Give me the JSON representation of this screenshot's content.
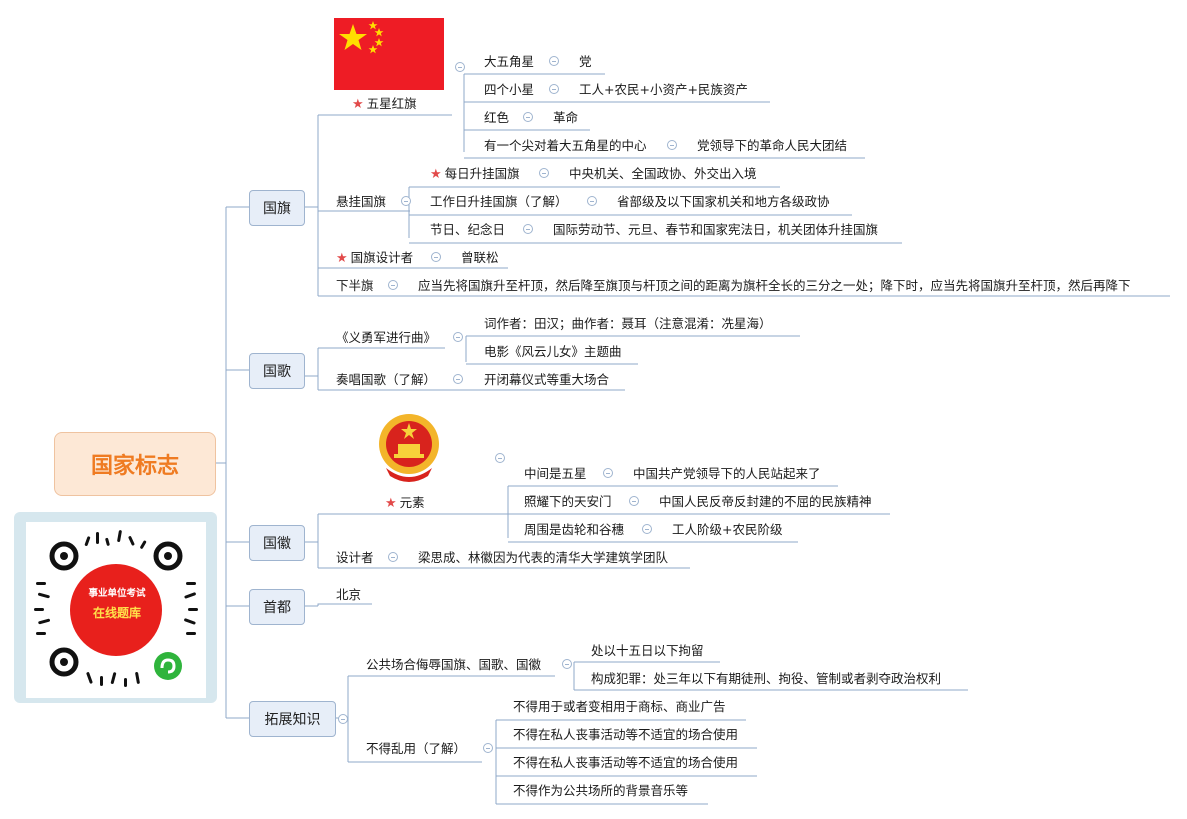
{
  "root": {
    "label": "国家标志"
  },
  "branches": {
    "flag": "国旗",
    "anthem": "国歌",
    "emblem": "国徽",
    "capital": "首都",
    "extend": "拓展知识"
  },
  "flag": {
    "five_star": "五星红旗",
    "big_star": "大五角星",
    "big_star_v": "党",
    "small_stars": "四个小星",
    "small_stars_v": "工人+农民+小资产+民族资产",
    "red": "红色",
    "red_v": "革命",
    "point": "有一个尖对着大五角星的中心",
    "point_v": "党领导下的革命人民大团结",
    "hang": "悬挂国旗",
    "daily": "每日升挂国旗",
    "daily_v": "中央机关、全国政协、外交出入境",
    "workday": "工作日升挂国旗（了解）",
    "workday_v": "省部级及以下国家机关和地方各级政协",
    "holiday": "节日、纪念日",
    "holiday_v": "国际劳动节、元旦、春节和国家宪法日，机关团体升挂国旗",
    "designer": "国旗设计者",
    "designer_v": "曾联松",
    "half": "下半旗",
    "half_v": "应当先将国旗升至杆顶，然后降至旗顶与杆顶之间的距离为旗杆全长的三分之一处；降下时，应当先将国旗升至杆顶，然后再降下"
  },
  "anthem": {
    "song": "《义勇军进行曲》",
    "authors": "词作者：田汉；曲作者：聂耳（注意混淆：冼星海）",
    "film": "电影《风云儿女》主题曲",
    "play": "奏唱国歌（了解）",
    "play_v": "开闭幕仪式等重大场合"
  },
  "emblem": {
    "elements": "元素",
    "stars": "中间是五星",
    "stars_v": "中国共产党领导下的人民站起来了",
    "tiananmen": "照耀下的天安门",
    "tiananmen_v": "中国人民反帝反封建的不屈的民族精神",
    "wheat": "周围是齿轮和谷穗",
    "wheat_v": "工人阶级+农民阶级",
    "designer": "设计者",
    "designer_v": "梁思成、林徽因为代表的清华大学建筑学团队"
  },
  "capital": {
    "city": "北京"
  },
  "extend": {
    "insult": "公共场合侮辱国旗、国歌、国徽",
    "detain": "处以十五日以下拘留",
    "crime": "构成犯罪：处三年以下有期徒刑、拘役、管制或者剥夺政治权利",
    "misuse": "不得乱用（了解）",
    "m1": "不得用于或者变相用于商标、商业广告",
    "m2": "不得在私人丧事活动等不适宜的场合使用",
    "m3": "不得在私人丧事活动等不适宜的场合使用",
    "m4": "不得作为公共场所的背景音乐等"
  },
  "qr": {
    "line1": "事业单位考试",
    "line2": "在线题库"
  },
  "colors": {
    "accent": "#ef7b22",
    "line": "#8fa9c9",
    "star": "#e24a4a",
    "flag_red": "#ee1c25"
  }
}
